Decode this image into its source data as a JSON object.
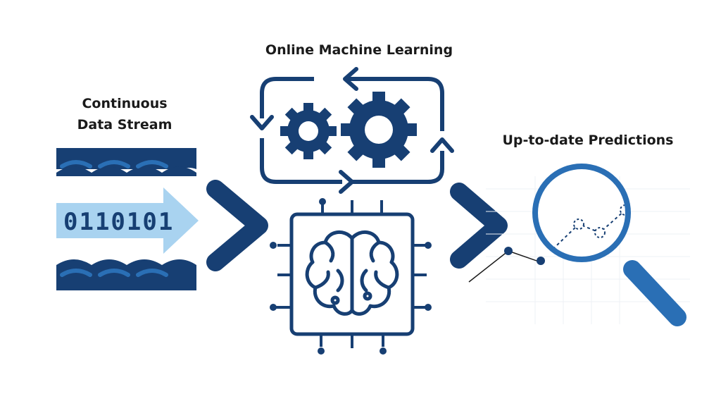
{
  "labels": {
    "data_stream_line1": "Continuous",
    "data_stream_line2": "Data Stream",
    "online_ml": "Online Machine Learning",
    "predictions": "Up-to-date Predictions"
  },
  "stream": {
    "binary_text": "0110101"
  },
  "colors": {
    "navy": "#173f73",
    "light_blue": "#a9d3f0",
    "mid_blue": "#2a6fb5",
    "text": "#1a1a1a"
  },
  "icons": {
    "stream": "data-stream-icon",
    "gears": "gears-cycle-icon",
    "chip": "brain-chip-icon",
    "magnifier": "magnifier-chart-icon",
    "arrows": "chevron-right-icon"
  }
}
